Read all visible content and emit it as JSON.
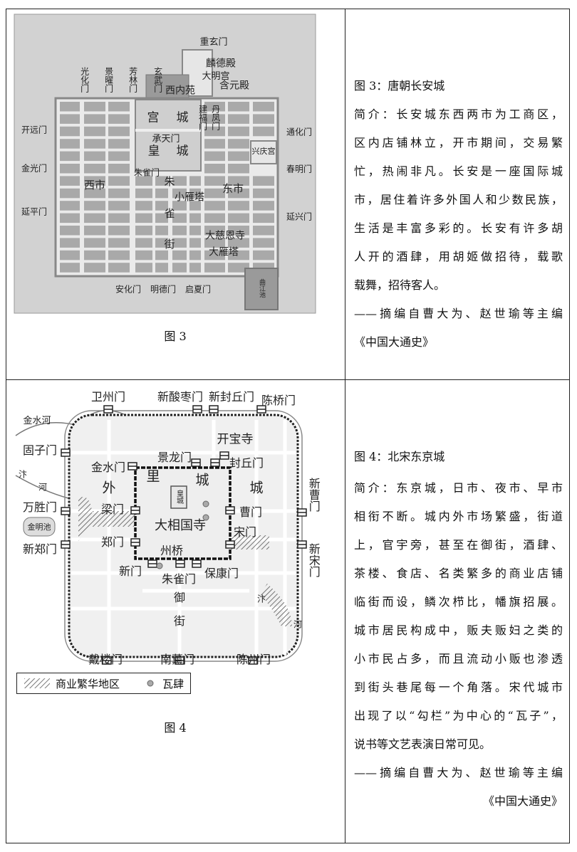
{
  "figure3": {
    "caption": "图 3",
    "labels": [
      "重玄门",
      "麟德殿",
      "大明宫",
      "含元殿",
      "光化门",
      "景曜门",
      "芳林门",
      "玄武门",
      "西内苑",
      "宫",
      "城",
      "建福门",
      "丹凤门",
      "开远门",
      "金光门",
      "延平门",
      "通化门",
      "春明门",
      "延兴门",
      "承天门",
      "皇",
      "城",
      "兴庆宫",
      "朱雀门",
      "西市",
      "东市",
      "朱",
      "雀",
      "街",
      "小雁塔",
      "大慈恩寺",
      "大雁塔",
      "安化门",
      "明德门",
      "启夏门",
      "曲江池"
    ],
    "text_lines": [
      "图 3：唐朝长安城",
      "简介：长安城东西两市为工商区，",
      "区内店铺林立，开市期间，交易繁",
      "忙，热闹非凡。长安是一座国际城",
      "市，居住着许多外国人和少数民族，",
      "生活是丰富多彩的。长安有许多胡",
      "人开的酒肆，用胡姬做招待，载歌",
      "载舞，招待客人。",
      "——摘编自曹大为、赵世瑜等主编",
      "《中国大通史》"
    ]
  },
  "figure4": {
    "caption": "图 4",
    "labels": [
      "卫州门",
      "新酸枣门",
      "新封丘门",
      "陈桥门",
      "金水河",
      "开宝寺",
      "固子门",
      "景龙门",
      "封丘门",
      "金水门",
      "里",
      "城",
      "外",
      "城",
      "新曹门",
      "皇城",
      "万胜门",
      "梁门",
      "曹门",
      "金明池",
      "大相国寺",
      "宋门",
      "郑门",
      "新郑门",
      "新宋门",
      "州桥",
      "新门",
      "朱雀门",
      "保康门",
      "御",
      "街",
      "戴楼门",
      "南薰门",
      "陈州门",
      "汴",
      "河",
      "汴",
      "河"
    ],
    "legend": {
      "commercial": "商业繁华地区",
      "wasi": "瓦肆"
    },
    "text_lines": [
      "图 4：北宋东京城",
      "简介：东京城，日市、夜市、早市",
      "相衔不断。城内外市场繁盛，街道",
      "上，官宇旁，甚至在御街，酒肆、",
      "茶楼、食店、名类繁多的商业店铺",
      "临街而设，鳞次栉比，幡旗招展。",
      "城市居民构成中，贩夫贩妇之类的",
      "小市民占多，而且流动小贩也渗透",
      "到街头巷尾每一个角落。宋代城市",
      "出现了以“勾栏”为中心的“瓦子”，",
      "说书等文艺表演日常可见。",
      "——摘编自曹大为、赵世瑜等主编",
      "《中国大通史》"
    ]
  }
}
